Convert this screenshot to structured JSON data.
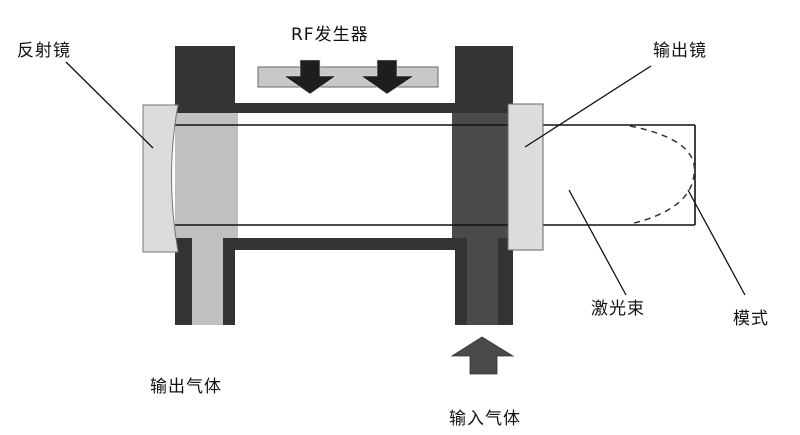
{
  "title": "RF-excited CO2 laser structure diagram",
  "labels": {
    "reflector": "反射镜",
    "rf_generator": "RF发生器",
    "output_mirror": "输出镜",
    "laser_beam": "激光束",
    "mode": "模式",
    "output_gas": "输出气体",
    "input_gas": "输入气体"
  },
  "colors": {
    "wall_dark": "#333333",
    "discharge_light": "#c0c0c0",
    "discharge_dark": "#4a4a4a",
    "mirror": "#dcdcdc",
    "rf_bar": "#c8c8c8",
    "arrow": "#1e1e1e",
    "input_arrow": "#4a4a4a",
    "line": "#111111"
  }
}
